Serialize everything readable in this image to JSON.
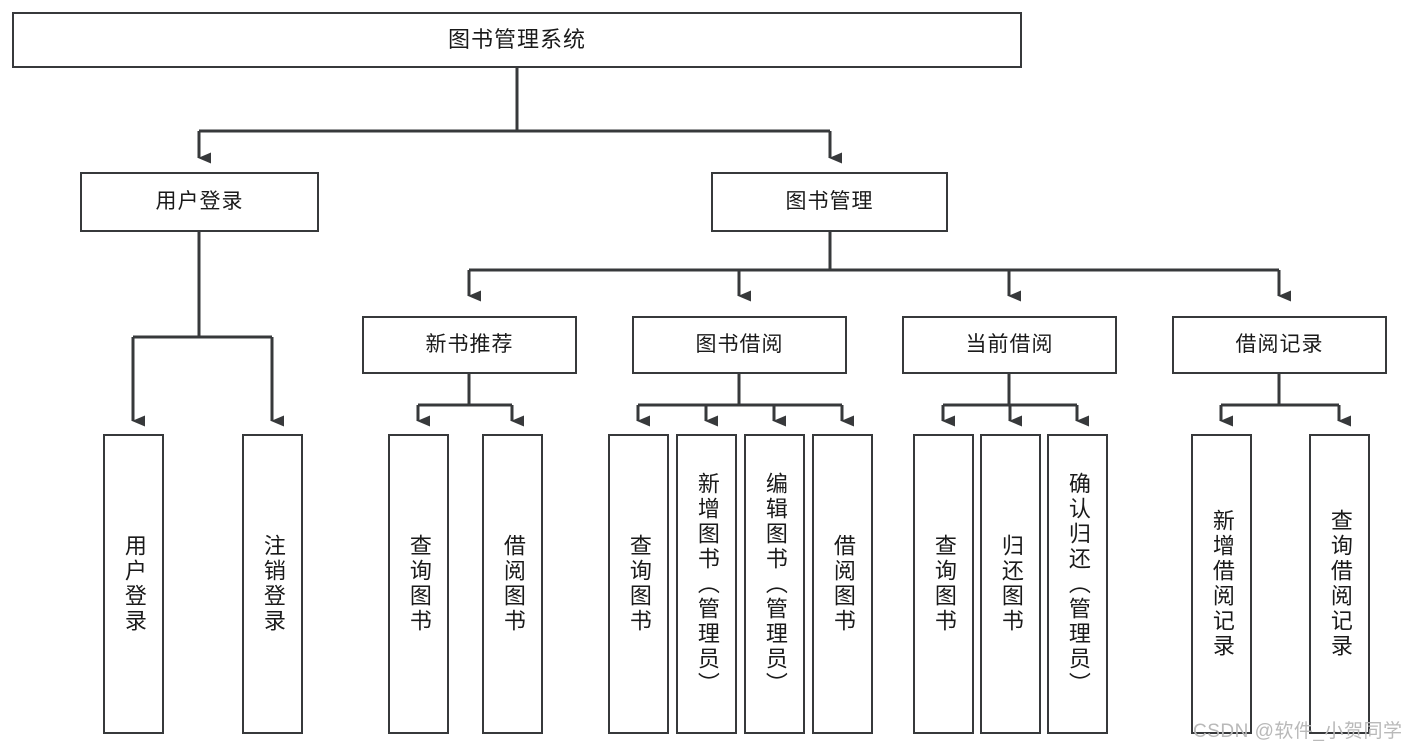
{
  "diagram": {
    "title": "图书管理系统",
    "type": "tree-hierarchy-chart",
    "root": {
      "label": "图书管理系统"
    },
    "level2": [
      {
        "label": "用户登录"
      },
      {
        "label": "图书管理"
      }
    ],
    "level3": [
      {
        "label": "新书推荐"
      },
      {
        "label": "图书借阅"
      },
      {
        "label": "当前借阅"
      },
      {
        "label": "借阅记录"
      }
    ],
    "leaves": {
      "user_login": [
        {
          "label": "用户登录"
        },
        {
          "label": "注销登录"
        }
      ],
      "new_book_recommend": [
        {
          "label": "查询图书"
        },
        {
          "label": "借阅图书"
        }
      ],
      "book_borrow": [
        {
          "label": "查询图书"
        },
        {
          "label": "新增图书（管理员）"
        },
        {
          "label": "编辑图书（管理员）"
        },
        {
          "label": "借阅图书"
        }
      ],
      "current_borrow": [
        {
          "label": "查询图书"
        },
        {
          "label": "归还图书"
        },
        {
          "label": "确认归还（管理员）"
        }
      ],
      "borrow_record": [
        {
          "label": "新增借阅记录"
        },
        {
          "label": "查询借阅记录"
        }
      ]
    }
  },
  "watermark": {
    "text": "CSDN @软件_小贺同学"
  },
  "colors": {
    "stroke": "#37393b",
    "background": "#ffffff",
    "text": "#1a1a1a",
    "watermark": "#b9b9b9"
  }
}
